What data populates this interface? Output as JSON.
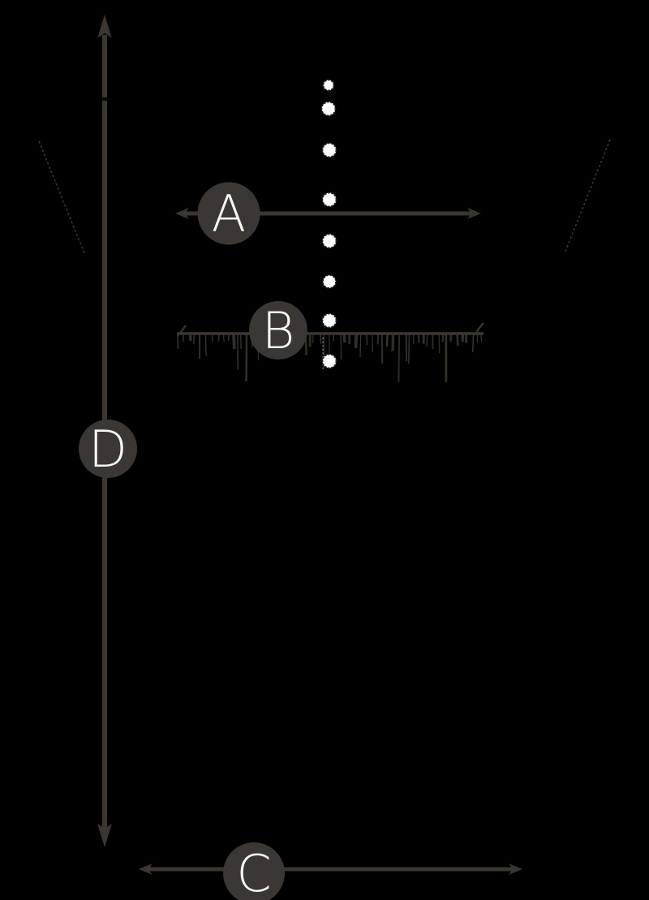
{
  "background": "#000000",
  "colors": {
    "line": "#3b362f",
    "badge": "#3b3734",
    "badge_text": "#f7f6f3",
    "button_fill": "#ffffff",
    "button_stroke": "#26231f",
    "placket_stitch": "#d8d6d0"
  },
  "labels": {
    "a": "A",
    "b": "B",
    "c": "C",
    "d": "D"
  }
}
